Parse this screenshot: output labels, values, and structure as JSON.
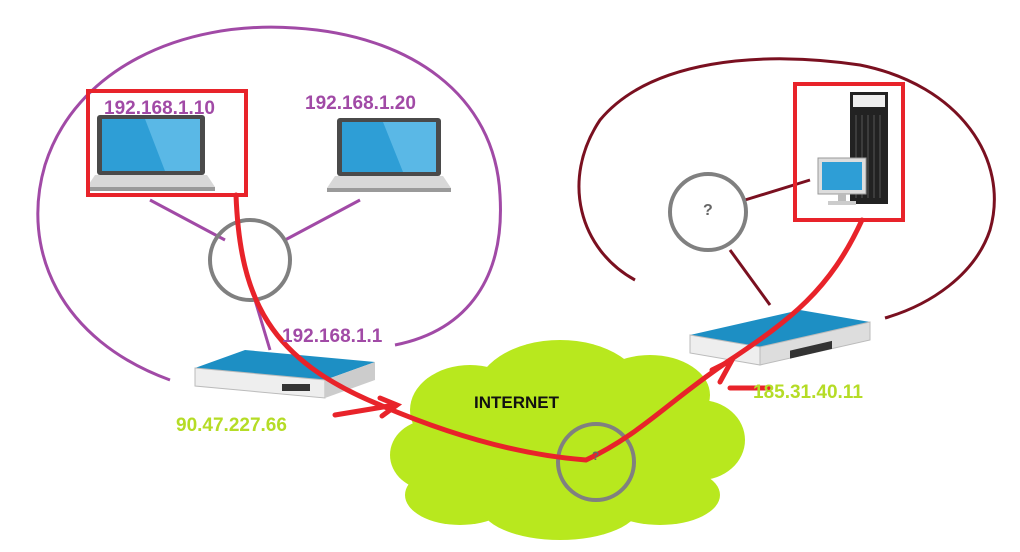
{
  "colors": {
    "lan_network": "#a14aa6",
    "remote_network": "#7a1020",
    "highlight": "#e8232a",
    "lan_ip_text": "#a14aa6",
    "wan_ip_text": "#b5dc26",
    "cloud": "#b8e81e",
    "hub": "#808080"
  },
  "left_network": {
    "laptop_1_ip": "192.168.1.10",
    "laptop_2_ip": "192.168.1.20",
    "router_lan_ip": "192.168.1.1",
    "router_wan_ip": "90.47.227.66"
  },
  "internet": {
    "label": "INTERNET",
    "hub_label": "?"
  },
  "right_network": {
    "router_wan_ip": "185.31.40.11",
    "hub_label": "?"
  },
  "icons": [
    "laptop-icon",
    "router-icon",
    "server-tower-icon",
    "workstation-icon",
    "cloud-icon",
    "network-hub-icon"
  ]
}
